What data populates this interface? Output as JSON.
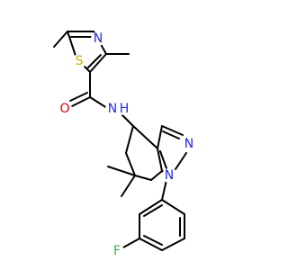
{
  "molecule": {
    "atoms": [
      {
        "id": "S1",
        "label": "S",
        "color": "#C8B400"
      },
      {
        "id": "N1",
        "label": "N",
        "color": "#1F2BE0"
      },
      {
        "id": "O1",
        "label": "O",
        "color": "#E00000"
      },
      {
        "id": "NH1",
        "label": "N",
        "color": "#1F2BE0"
      },
      {
        "id": "H1",
        "label": "H",
        "color": "#1F2BE0"
      },
      {
        "id": "N2",
        "label": "N",
        "color": "#1F2BE0"
      },
      {
        "id": "N3",
        "label": "N",
        "color": "#1F2BE0"
      },
      {
        "id": "F1",
        "label": "F",
        "color": "#2DB34A"
      }
    ]
  }
}
